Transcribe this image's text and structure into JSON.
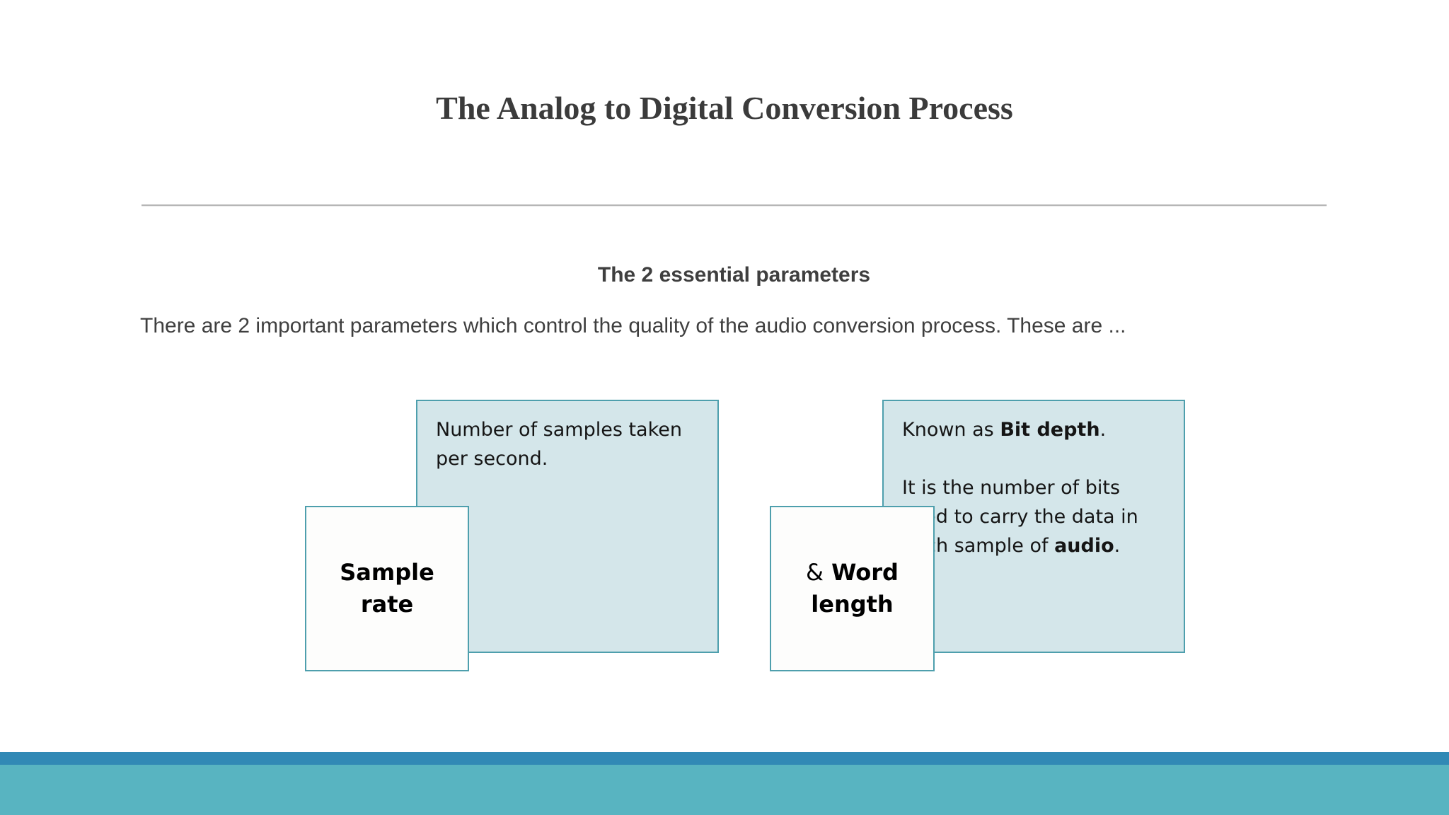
{
  "slide": {
    "title": "The Analog to Digital Conversion Process",
    "sub_heading": "The 2 essential parameters",
    "body_paragraph": "There are 2 important parameters which control the quality of the audio conversion process. These are ...",
    "background_color": "#ffffff",
    "divider_color": "#b6b6b6"
  },
  "diagram": {
    "accent_border_color": "#4e9fad",
    "desc_fill_color": "#d4e6ea",
    "label_fill_color": "#fdfdfc",
    "groups": [
      {
        "id": "sample-rate",
        "label_prefix": "",
        "label_line1": "Sample",
        "label_line2": "rate",
        "description_paragraphs": [
          "Number of samples taken per second."
        ]
      },
      {
        "id": "word-length",
        "label_prefix": "&",
        "label_line1": "Word",
        "label_line2": "length",
        "description_paragraphs": [
          "Known as Bit depth.",
          "It is the number of bits used to carry the data in each sample of audio."
        ],
        "description_rich": {
          "p1_pre": "Known as ",
          "p1_bold": "Bit depth",
          "p1_post": ".",
          "p2_pre": "It is the number of bits used to carry the data in each sample of ",
          "p2_bold": "audio",
          "p2_post": "."
        }
      }
    ]
  },
  "footer": {
    "band_dark_color": "#3189b5",
    "band_light_color": "#58b4c1"
  }
}
